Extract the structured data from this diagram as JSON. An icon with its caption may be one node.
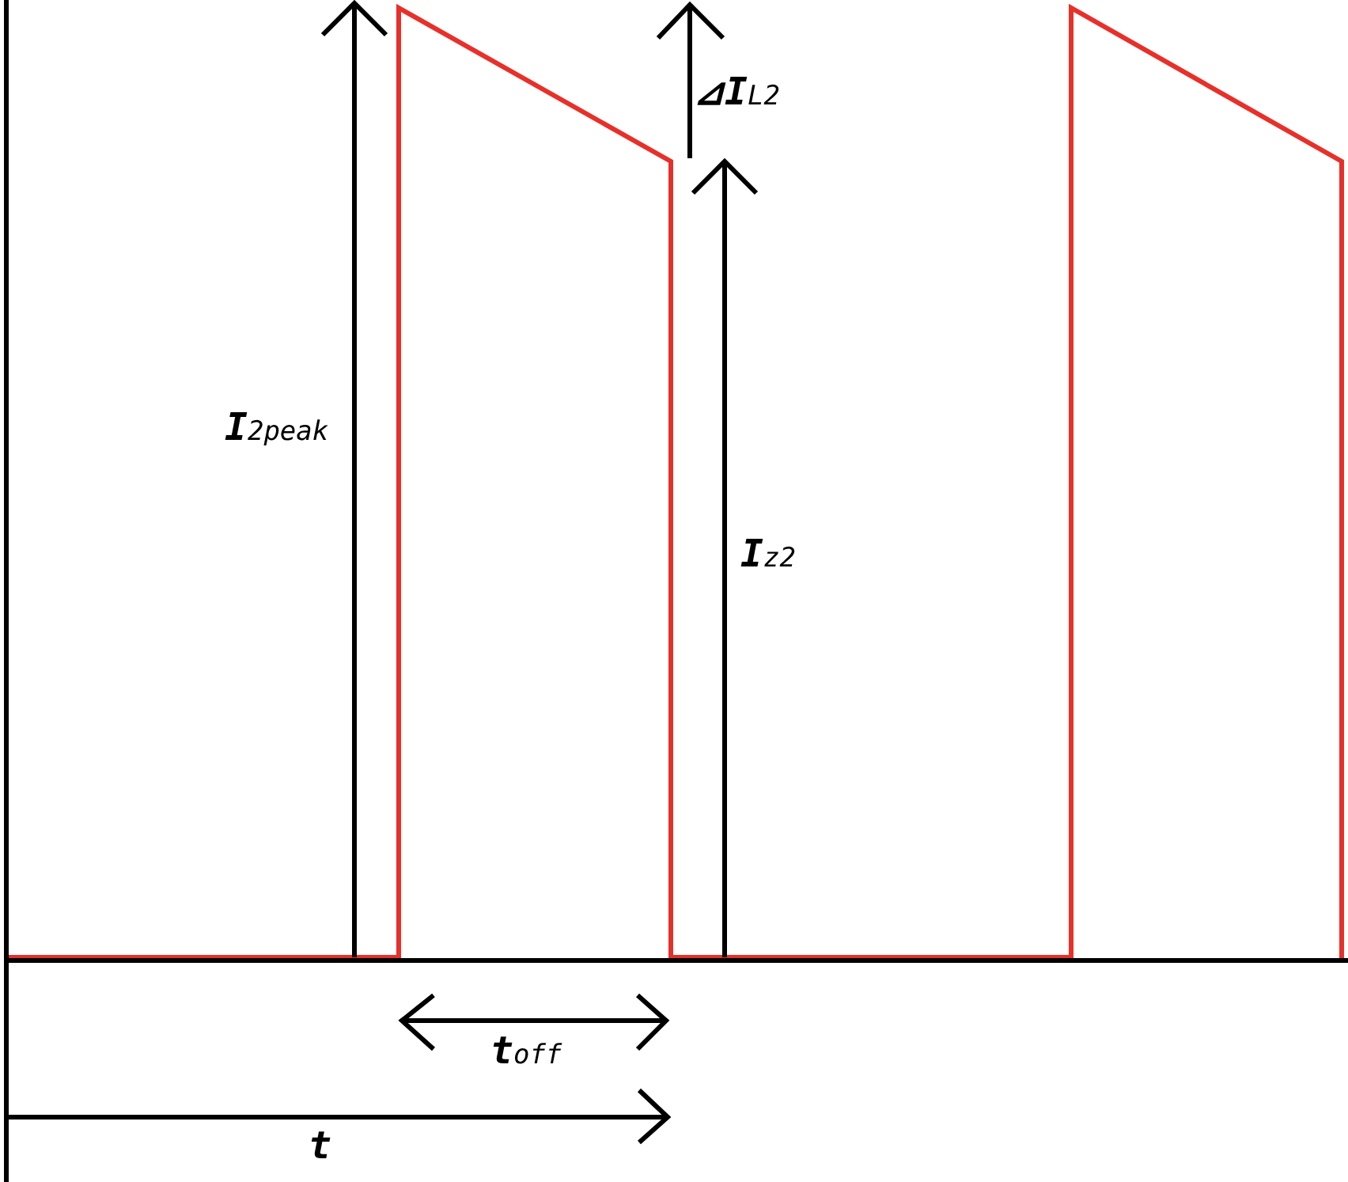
{
  "diagram": {
    "labels": [
      "⊿I$_{L2}$",
      "I$_{2peak}$",
      "I$_{z2}$",
      "t$_{off}$",
      "t"
    ]
  }
}
